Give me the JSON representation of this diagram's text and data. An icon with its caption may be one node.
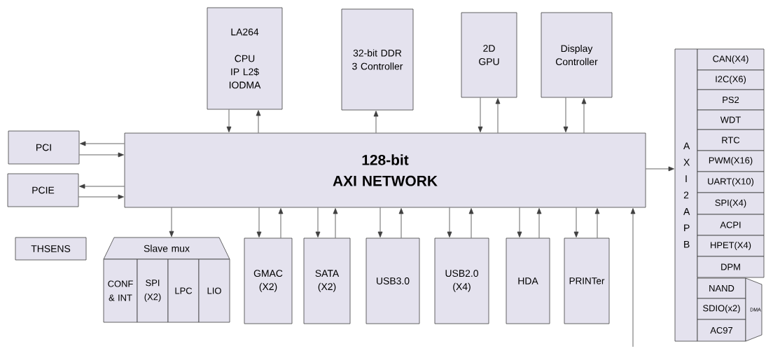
{
  "diagram": {
    "nodes": [
      {
        "text": [
          "LA264",
          "CPU IP L2$ IODMA"
        ]
      },
      {
        "text": [
          "32-bit DDR 3 Controller"
        ]
      },
      {
        "text": [
          "2D GPU"
        ]
      },
      {
        "text": [
          "Display Controller"
        ]
      },
      {
        "text": [
          "PCI"
        ]
      },
      {
        "text": [
          "PCIE"
        ]
      },
      {
        "text": [
          "128-bit",
          "AXI NETWORK"
        ]
      },
      {
        "text": [
          "THSENS"
        ]
      },
      {
        "text": [
          "Slave mux"
        ]
      },
      {
        "text": [
          "CONF & INT"
        ]
      },
      {
        "text": [
          "SPI (X2)"
        ]
      },
      {
        "text": [
          "LPC"
        ]
      },
      {
        "text": [
          "LIO"
        ]
      },
      {
        "text": [
          "GMAC (X2)"
        ]
      },
      {
        "text": [
          "SATA (X2)"
        ]
      },
      {
        "text": [
          "USB3.0"
        ]
      },
      {
        "text": [
          "USB2.0 (X4)"
        ]
      },
      {
        "text": [
          "HDA"
        ]
      },
      {
        "text": [
          "PRINTer"
        ]
      },
      {
        "text": [
          "A X I 2 A P B"
        ]
      },
      {
        "text": [
          "CAN(X4)"
        ]
      },
      {
        "text": [
          "I2C(X6)"
        ]
      },
      {
        "text": [
          "PS2"
        ]
      },
      {
        "text": [
          "WDT"
        ]
      },
      {
        "text": [
          "RTC"
        ]
      },
      {
        "text": [
          "PWM(X16)"
        ]
      },
      {
        "text": [
          "UART(X10)"
        ]
      },
      {
        "text": [
          "SPI(X4)"
        ]
      },
      {
        "text": [
          "ACPI"
        ]
      },
      {
        "text": [
          "HPET(X4)"
        ]
      },
      {
        "text": [
          "DPM"
        ]
      },
      {
        "text": [
          "NAND"
        ]
      },
      {
        "text": [
          "SDIO(x2)"
        ]
      },
      {
        "text": [
          "AC97"
        ]
      },
      {
        "text": [
          "DMA"
        ]
      }
    ],
    "edges": [
      {
        "from": 0,
        "to": 6,
        "arrow": "to"
      },
      {
        "from": 6,
        "to": 0,
        "arrow": "to"
      },
      {
        "from": 6,
        "to": 1,
        "arrow": "to"
      },
      {
        "from": 2,
        "to": 6,
        "arrow": "to"
      },
      {
        "from": 6,
        "to": 2,
        "arrow": "to"
      },
      {
        "from": 3,
        "to": 6,
        "arrow": "to"
      },
      {
        "from": 6,
        "to": 3,
        "arrow": "to"
      },
      {
        "from": 6,
        "to": 4,
        "arrow": "to"
      },
      {
        "from": 4,
        "to": 6,
        "arrow": "to"
      },
      {
        "from": 6,
        "to": 5,
        "arrow": "to"
      },
      {
        "from": 5,
        "to": 6,
        "arrow": "to"
      },
      {
        "from": 6,
        "to": 8,
        "arrow": "to"
      },
      {
        "from": 6,
        "to": 13,
        "arrow": "to"
      },
      {
        "from": 13,
        "to": 6,
        "arrow": "to"
      },
      {
        "from": 6,
        "to": 14,
        "arrow": "to"
      },
      {
        "from": 14,
        "to": 6,
        "arrow": "to"
      },
      {
        "from": 6,
        "to": 15,
        "arrow": "to"
      },
      {
        "from": 15,
        "to": 6,
        "arrow": "to"
      },
      {
        "from": 6,
        "to": 16,
        "arrow": "to"
      },
      {
        "from": 16,
        "to": 6,
        "arrow": "to"
      },
      {
        "from": 6,
        "to": 17,
        "arrow": "to"
      },
      {
        "from": 17,
        "to": 6,
        "arrow": "to"
      },
      {
        "from": 6,
        "to": 18,
        "arrow": "to"
      },
      {
        "from": 18,
        "to": 6,
        "arrow": "to"
      },
      {
        "from": null,
        "to": 6,
        "arrow": "to"
      },
      {
        "from": 6,
        "to": 19,
        "arrow": "to"
      }
    ]
  }
}
